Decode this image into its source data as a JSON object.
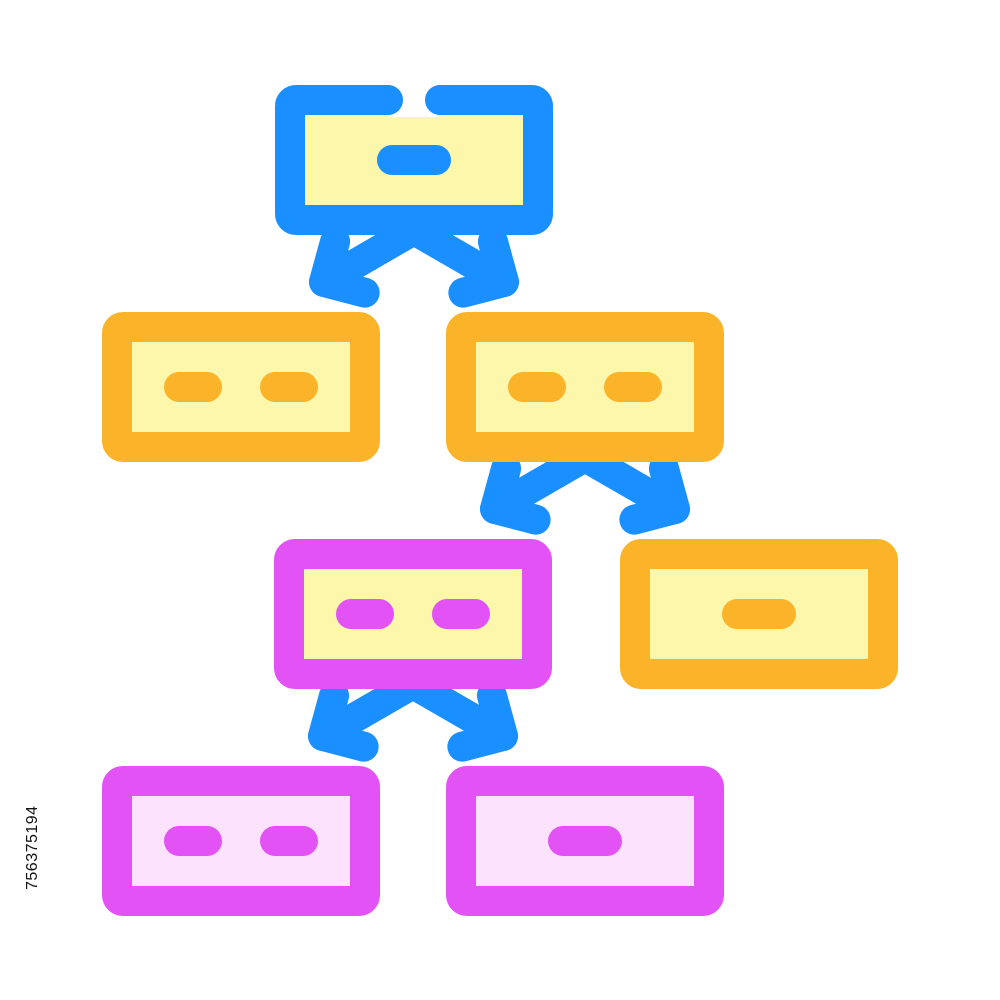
{
  "colors": {
    "background": "#ffffff",
    "blue": "#1a8fff",
    "orange": "#fbb42a",
    "magenta": "#e252f5",
    "light_yellow": "#fcf7aa",
    "light_pink": "#fde2fd"
  },
  "watermark": {
    "stock_id": "756375194"
  },
  "nodes": [
    {
      "name": "root-node",
      "color": "blue",
      "fill": "light_yellow",
      "pills": 1
    },
    {
      "name": "left-child-node",
      "color": "orange",
      "fill": "light_yellow",
      "pills": 2
    },
    {
      "name": "right-child-node",
      "color": "orange",
      "fill": "light_yellow",
      "pills": 2
    },
    {
      "name": "grandchild-left-node",
      "color": "magenta",
      "fill": "light_yellow",
      "pills": 2
    },
    {
      "name": "grandchild-right-node",
      "color": "orange",
      "fill": "light_yellow",
      "pills": 1
    },
    {
      "name": "leaf-left-node",
      "color": "magenta",
      "fill": "light_pink",
      "pills": 2
    },
    {
      "name": "leaf-right-node",
      "color": "magenta",
      "fill": "light_pink",
      "pills": 1
    }
  ],
  "edges": [
    {
      "from": "root-node",
      "to": "left-child-node",
      "color": "blue"
    },
    {
      "from": "root-node",
      "to": "right-child-node",
      "color": "blue"
    },
    {
      "from": "right-child-node",
      "to": "grandchild-left-node",
      "color": "blue"
    },
    {
      "from": "right-child-node",
      "to": "grandchild-right-node",
      "color": "blue"
    },
    {
      "from": "grandchild-left-node",
      "to": "leaf-left-node",
      "color": "blue"
    },
    {
      "from": "grandchild-left-node",
      "to": "leaf-right-node",
      "color": "blue"
    }
  ]
}
